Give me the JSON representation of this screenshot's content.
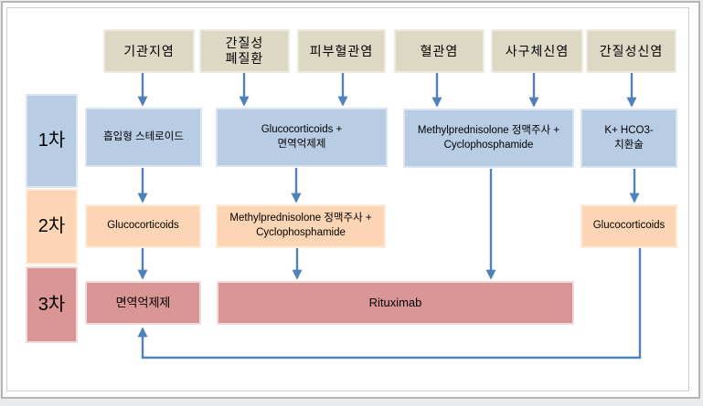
{
  "diagram": {
    "title_hint": "treatment-line flowchart",
    "conditions": [
      "기관지염",
      "간질성\n폐질환",
      "피부혈관염",
      "혈관염",
      "사구체신염",
      "간질성신염"
    ],
    "tiers": [
      "1차",
      "2차",
      "3차"
    ],
    "line1": [
      "흡입형 스테로이드",
      "Glucocorticoids +\n면역억제제",
      "Methylprednisolone 정맥주사 +\nCyclophosphamide",
      "K+ HCO3-\n치환술"
    ],
    "line2": [
      "Glucocorticoids",
      "Methylprednisolone 정맥주사 +\nCyclophosphamide",
      "Glucocorticoids"
    ],
    "line3": [
      "면역억제제",
      "Rituximab"
    ],
    "colors": {
      "condition": "#dcd8c3",
      "tier1": "#b8cce4",
      "tier2": "#fcd5b4",
      "tier3": "#d99694",
      "arrow": "#4f81bd"
    },
    "edges": [
      {
        "from": "condition-bronchitis",
        "to": "tx-inhaled-steroid"
      },
      {
        "from": "condition-interstitial-lung-disease",
        "to": "tx-glucocorticoids-immunosuppressant"
      },
      {
        "from": "condition-cutaneous-vasculitis",
        "to": "tx-glucocorticoids-immunosuppressant"
      },
      {
        "from": "condition-vasculitis",
        "to": "tx-methylprednisolone-cyclophosphamide-iv"
      },
      {
        "from": "condition-glomerulonephritis",
        "to": "tx-methylprednisolone-cyclophosphamide-iv"
      },
      {
        "from": "condition-interstitial-nephritis",
        "to": "tx-k-hco3-replacement"
      },
      {
        "from": "tx-inhaled-steroid",
        "to": "tx-glucocorticoids"
      },
      {
        "from": "tx-glucocorticoids-immunosuppressant",
        "to": "tx-methylprednisolone-cyclophosphamide-iv-2"
      },
      {
        "from": "tx-k-hco3-replacement",
        "to": "tx-glucocorticoids-renal"
      },
      {
        "from": "tx-glucocorticoids",
        "to": "tx-immunosuppressant"
      },
      {
        "from": "tx-methylprednisolone-cyclophosphamide-iv-2",
        "to": "tx-rituximab"
      },
      {
        "from": "tx-methylprednisolone-cyclophosphamide-iv",
        "to": "tx-rituximab"
      },
      {
        "from": "tx-glucocorticoids-renal",
        "to": "tx-immunosuppressant",
        "type": "elbow"
      }
    ]
  }
}
